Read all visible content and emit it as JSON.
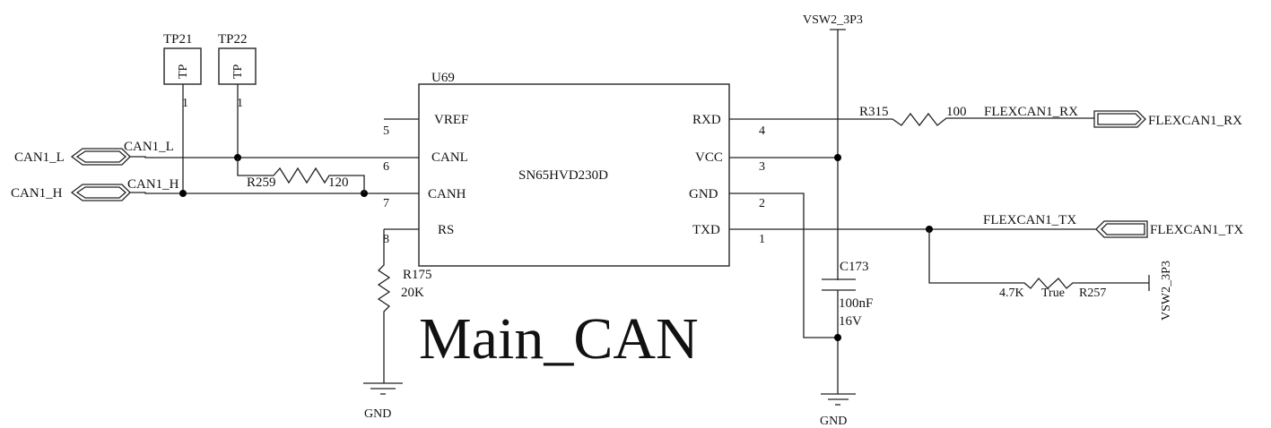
{
  "title": "Main_CAN",
  "ic": {
    "ref": "U69",
    "part": "SN65HVD230D",
    "left_pins": [
      {
        "name": "VREF",
        "num": "5"
      },
      {
        "name": "CANL",
        "num": "6"
      },
      {
        "name": "CANH",
        "num": "7"
      },
      {
        "name": "RS",
        "num": "8"
      }
    ],
    "right_pins": [
      {
        "name": "RXD",
        "num": "4"
      },
      {
        "name": "VCC",
        "num": "3"
      },
      {
        "name": "GND",
        "num": "2"
      },
      {
        "name": "TXD",
        "num": "1"
      }
    ]
  },
  "test_points": [
    {
      "ref": "TP21",
      "body": "TP",
      "pin": "1"
    },
    {
      "ref": "TP22",
      "body": "TP",
      "pin": "1"
    }
  ],
  "ports": {
    "can_l": {
      "name": "CAN1_L",
      "net": "CAN1_L"
    },
    "can_h": {
      "name": "CAN1_H",
      "net": "CAN1_H"
    },
    "rx": {
      "name": "FLEXCAN1_RX",
      "net": "FLEXCAN1_RX"
    },
    "tx": {
      "name": "FLEXCAN1_TX",
      "net": "FLEXCAN1_TX"
    }
  },
  "resistors": {
    "r259": {
      "ref": "R259",
      "value": "120"
    },
    "r175": {
      "ref": "R175",
      "value": "20K"
    },
    "r315": {
      "ref": "R315",
      "value": "100"
    },
    "r257": {
      "ref": "R257",
      "value": "4.7K",
      "extra": "True"
    }
  },
  "capacitor": {
    "ref": "C173",
    "value": "100nF",
    "voltage": "16V"
  },
  "power": {
    "vcc_top": "VSW2_3P3",
    "vcc_right": "VSW2_3P3",
    "gnd_left": "GND",
    "gnd_right": "GND"
  }
}
